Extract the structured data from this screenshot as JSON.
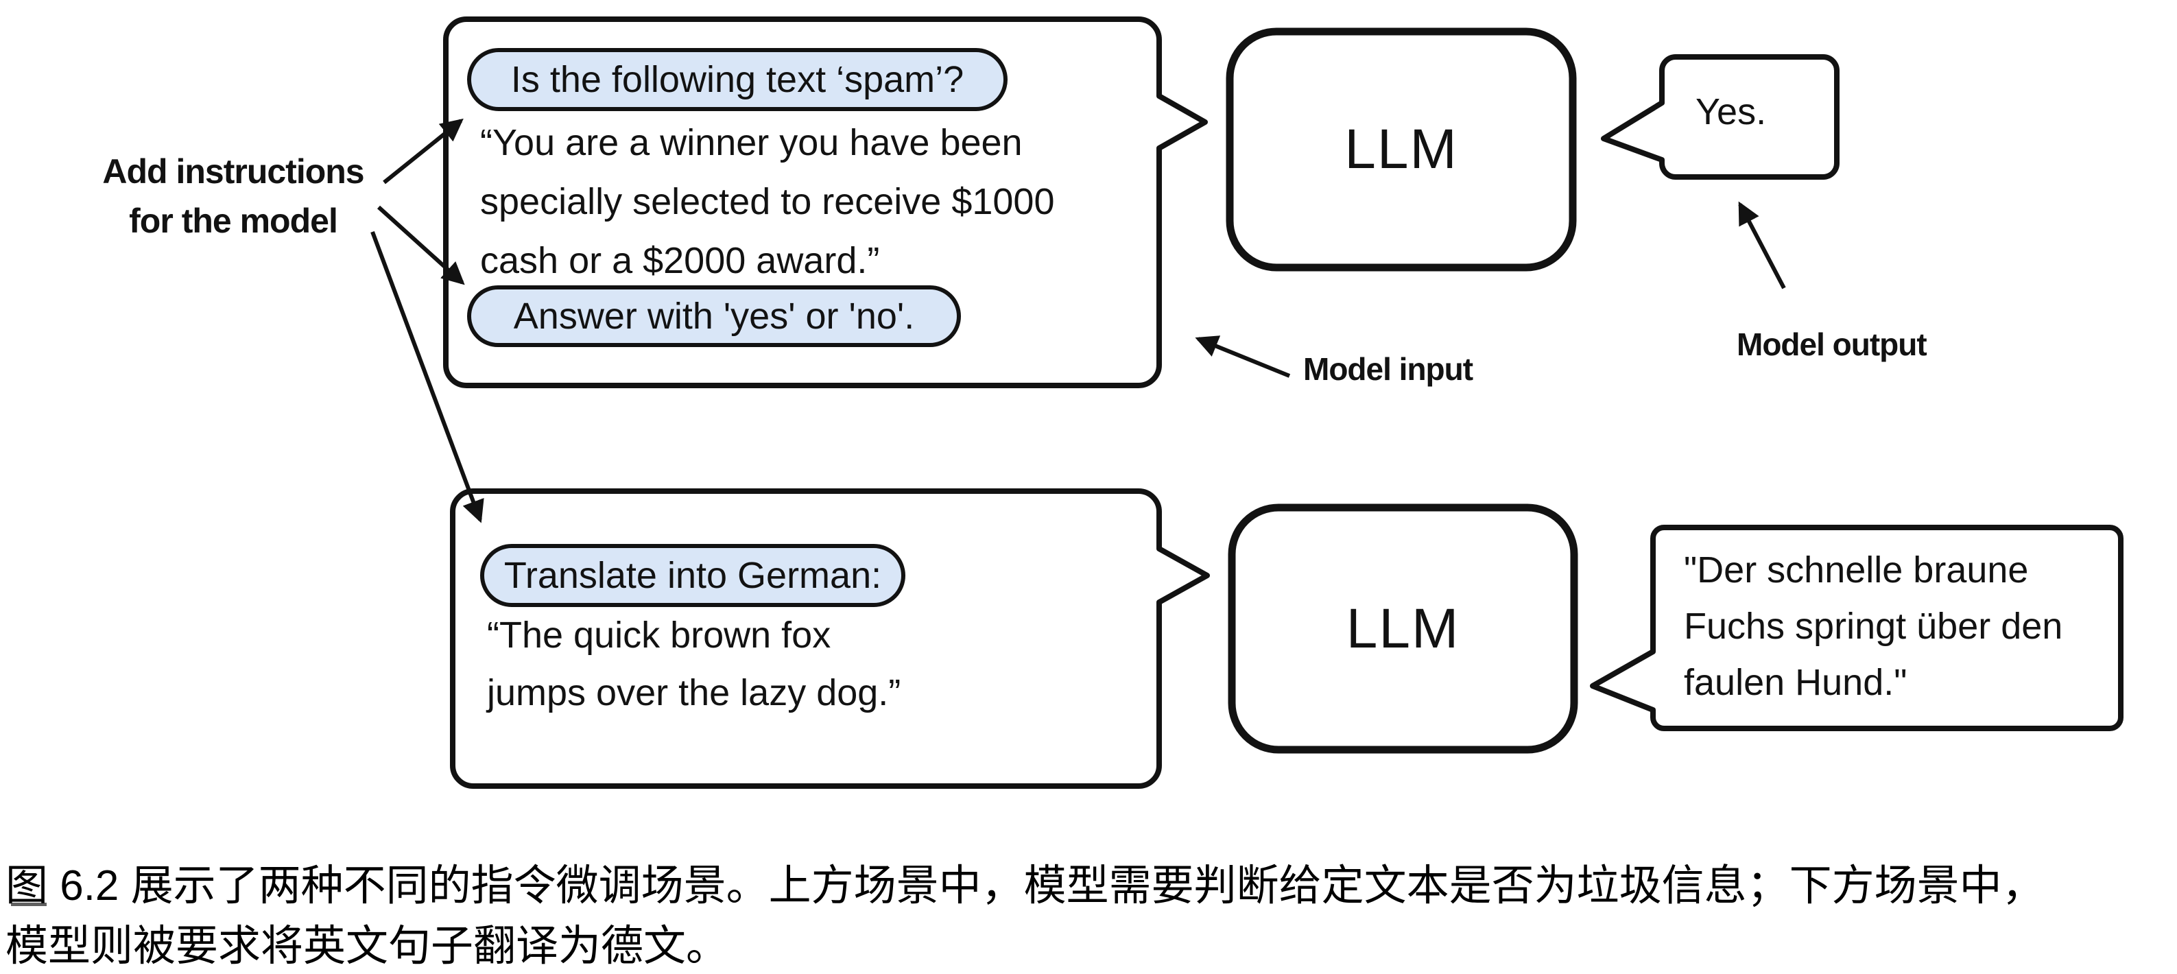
{
  "colors": {
    "ink": "#121212",
    "pill_fill": "#d9e6f7",
    "background": "#ffffff"
  },
  "annotations": {
    "add_instructions_line1": "Add instructions",
    "add_instructions_line2": "for the model",
    "model_input": "Model input",
    "model_output": "Model output"
  },
  "top_scenario": {
    "instruction_pill_1": "Is the following text ‘spam’?",
    "input_lines": [
      "“You are a winner you have been",
      "specially selected to receive $1000",
      "cash or a $2000 award.”"
    ],
    "instruction_pill_2": "Answer with 'yes' or 'no'.",
    "llm_label": "LLM",
    "output_text": "Yes."
  },
  "bottom_scenario": {
    "instruction_pill": "Translate into German:",
    "input_lines": [
      "“The quick brown fox",
      "jumps over the lazy dog.”"
    ],
    "llm_label": "LLM",
    "output_lines": [
      "\"Der schnelle braune",
      "Fuchs springt über den",
      "faulen Hund.\""
    ]
  },
  "caption": {
    "line1": "图 6.2 展示了两种不同的指令微调场景。上方场景中，模型需要判断给定文本是否为垃圾信息；下方场景中，",
    "line2": "模型则被要求将英文句子翻译为德文。"
  }
}
